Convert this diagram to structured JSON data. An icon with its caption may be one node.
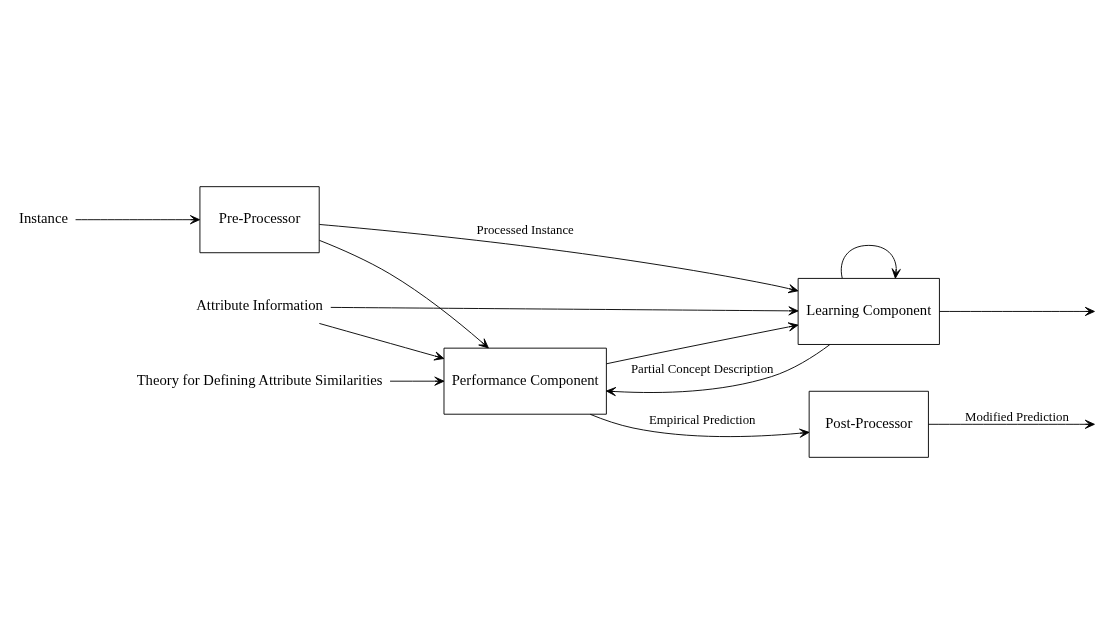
{
  "diagram": {
    "nodes": [
      {
        "text": [
          "Theory for Defining Attribute Similarities"
        ]
      },
      {
        "text": [
          "Attribute Information"
        ]
      },
      {
        "text": [
          "Instance"
        ]
      },
      {
        "text": [
          "Pre-Processor"
        ]
      },
      {
        "text": [
          "Performance Component"
        ]
      },
      {
        "text": [
          "Learning Component"
        ]
      },
      {
        "text": [
          "Post-Processor"
        ]
      }
    ],
    "edges": [
      {
        "from": 2,
        "to": 3,
        "arrow": "to"
      },
      {
        "from": 3,
        "to": 4,
        "arrow": "to"
      },
      {
        "from": 3,
        "to": 5,
        "arrow": "to",
        "label": "Processed Instance"
      },
      {
        "from": 0,
        "to": 4,
        "arrow": "to"
      },
      {
        "from": 1,
        "to": 4,
        "arrow": "to"
      },
      {
        "from": 1,
        "to": 5,
        "arrow": "to"
      },
      {
        "from": 5,
        "to": 4,
        "arrow": "to",
        "label": "Partial Concept Description"
      },
      {
        "from": 5,
        "to": 5,
        "arrow": "to"
      },
      {
        "from": 4,
        "to": 5,
        "arrow": "to"
      },
      {
        "from": 4,
        "to": 6,
        "arrow": "to",
        "label": "Empirical Prediction"
      },
      {
        "from": 5,
        "to": null,
        "arrow": "to"
      },
      {
        "from": 6,
        "to": null,
        "arrow": "to",
        "label": "Modified Prediction"
      }
    ]
  }
}
